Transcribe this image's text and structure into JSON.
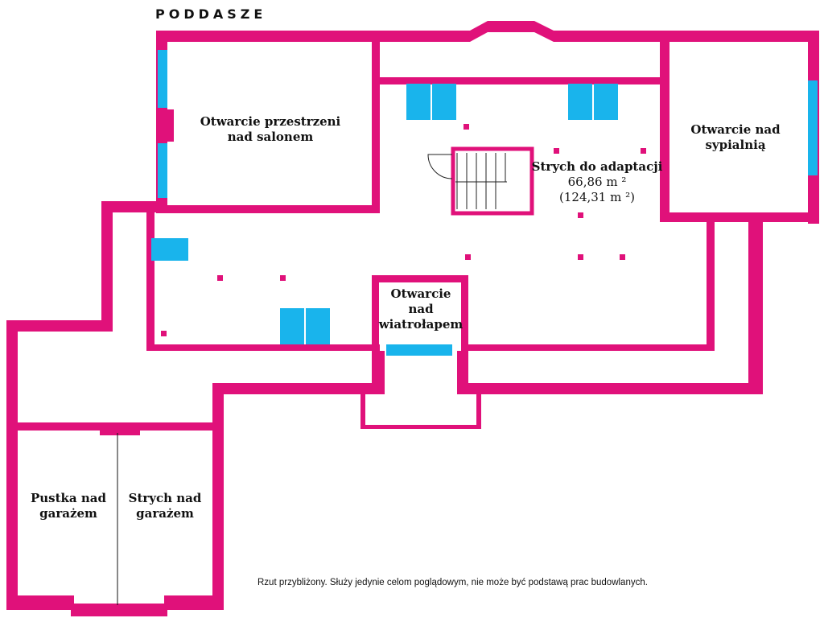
{
  "floor_title": "PODDASZE",
  "rooms": {
    "salon_opening": "Otwarcie przestrzeni nad salonem",
    "attic_name": "Strych do adaptacji",
    "attic_area": "66,86 m ²",
    "attic_area_total": "(124,31 m ²)",
    "bedroom_opening": "Otwarcie nad sypialnią",
    "vestibule_opening_line1": "Otwarcie",
    "vestibule_opening_line2": "nad",
    "vestibule_opening_line3": "wiatrołapem",
    "garage_void": "Pustka nad garażem",
    "garage_attic": "Strych nad garażem"
  },
  "disclaimer": "Rzut przybliżony. Służy jedynie celom poglądowym, nie może być podstawą prac budowlanych.",
  "colors": {
    "wall": "#e0117a",
    "window": "#19b4ec",
    "text": "#111111",
    "background": "#ffffff"
  }
}
